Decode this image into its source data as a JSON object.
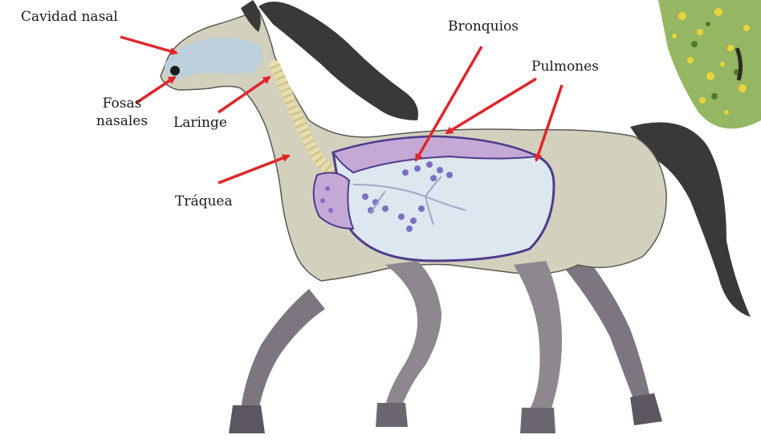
{
  "diagram": {
    "labels": {
      "nasal_cavity": "Cavidad nasal",
      "nostrils_line1": "Fosas",
      "nostrils_line2": "nasales",
      "larynx": "Laringe",
      "trachea": "Tráquea",
      "bronchi": "Bronquios",
      "lungs": "Pulmones"
    },
    "colors": {
      "body": "#d3d0bd",
      "body_outline": "#5a5a55",
      "legs": "#8f878f",
      "hooves": "#6b6670",
      "mane_tail": "#3b3937",
      "head_cavity": "#b9cfe0",
      "lung_fill": "#dce7f0",
      "lung_outline": "#4f3b8c",
      "lung_lobe": "#c4a9d6",
      "bronchi_dots": "#7d6fc2",
      "trachea": "#e6dcae",
      "arrow": "#e0262a",
      "foliage_green": "#7aa43c",
      "foliage_yellow": "#e9d43a"
    }
  }
}
